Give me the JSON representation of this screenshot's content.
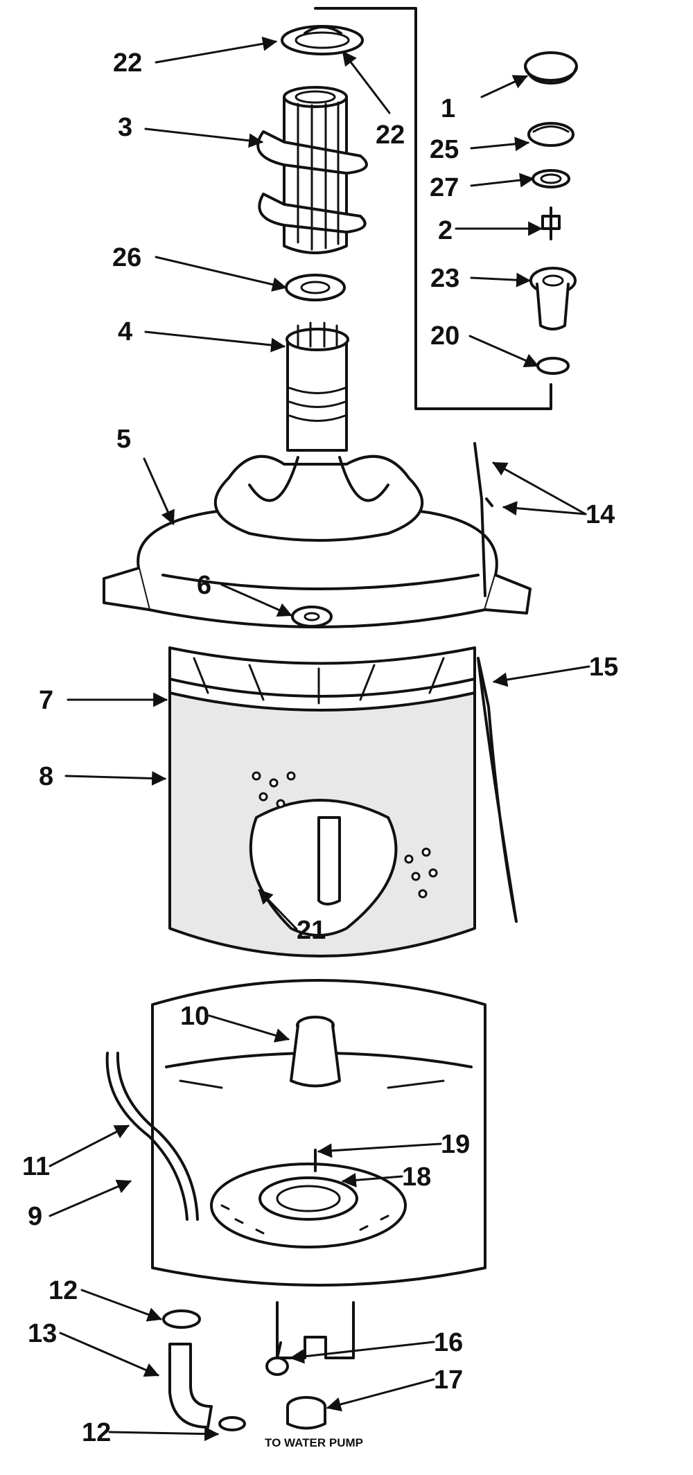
{
  "callouts": {
    "c1": "1",
    "c2": "2",
    "c3": "3",
    "c4": "4",
    "c5": "5",
    "c6": "6",
    "c7": "7",
    "c8": "8",
    "c9": "9",
    "c10": "10",
    "c11": "11",
    "c12a": "12",
    "c12b": "12",
    "c13": "13",
    "c14": "14",
    "c15": "15",
    "c16": "16",
    "c17": "17",
    "c18": "18",
    "c19": "19",
    "c20": "20",
    "c21": "21",
    "c22a": "22",
    "c22b": "22",
    "c23": "23",
    "c25": "25",
    "c26": "26",
    "c27": "27"
  },
  "note": "TO WATER PUMP"
}
